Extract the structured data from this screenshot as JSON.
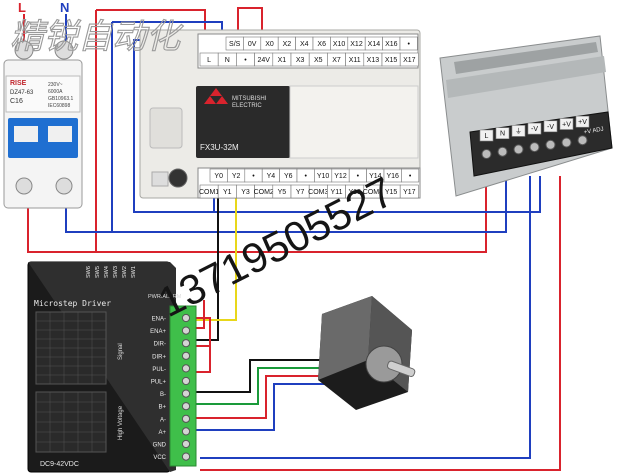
{
  "watermark": {
    "title": "精锐自动化",
    "phone": "13719505527"
  },
  "mains": {
    "l_label": "L",
    "n_label": "N"
  },
  "breaker": {
    "brand": "RISE",
    "model": "DZ47-63",
    "rating": "C16",
    "spec_lines": [
      "230V~",
      "6000A",
      "GB10963.1",
      "IEC60898"
    ]
  },
  "plc": {
    "brand": "MITSUBISHI",
    "brand_sub": "ELECTRIC",
    "model": "FX3U-32M",
    "top_row1": [
      "S/S",
      "0V",
      "X0",
      "X2",
      "X4",
      "X6",
      "X10",
      "X12",
      "X14",
      "X16",
      "•"
    ],
    "top_row2": [
      "L",
      "N",
      "•",
      "24V",
      "X1",
      "X3",
      "X5",
      "X7",
      "X11",
      "X13",
      "X15",
      "X17"
    ],
    "bottom_row1": [
      "Y0",
      "Y2",
      "•",
      "Y4",
      "Y6",
      "•",
      "Y10",
      "Y12",
      "•",
      "Y14",
      "Y16",
      "•"
    ],
    "bottom_row2": [
      "COM1",
      "Y1",
      "Y3",
      "COM2",
      "Y5",
      "Y7",
      "COM3",
      "Y11",
      "Y13",
      "COM4",
      "Y15",
      "Y17"
    ]
  },
  "psu": {
    "terminals": [
      "L",
      "N",
      "⏚",
      "-V",
      "-V",
      "+V",
      "+V"
    ],
    "adj_label": "+V ADJ"
  },
  "driver": {
    "title": "Microstep Driver",
    "dc_label": "DC9-42VDC",
    "dip_labels": [
      "SW6",
      "SW5",
      "SW4",
      "SW3",
      "SW2",
      "SW1"
    ],
    "pwr_alarm": "PWR/ALARM",
    "signal_group": "Signal",
    "hv_group": "High Voltage",
    "terminals": [
      "ENA-",
      "ENA+",
      "DIR-",
      "DIR+",
      "PUL-",
      "PUL+",
      "B-",
      "B+",
      "A-",
      "A+",
      "GND",
      "VCC"
    ]
  },
  "colors": {
    "wire_red": "#d9232d",
    "wire_blue": "#1f3fbf",
    "wire_yellow": "#e8d71a",
    "wire_black": "#111111",
    "wire_green": "#1a9a3a",
    "terminal_green": "#3fbf4a",
    "driver_body": "#1b1b1b",
    "plc_body": "#ecebe7",
    "psu_body": "#c9cccd"
  }
}
